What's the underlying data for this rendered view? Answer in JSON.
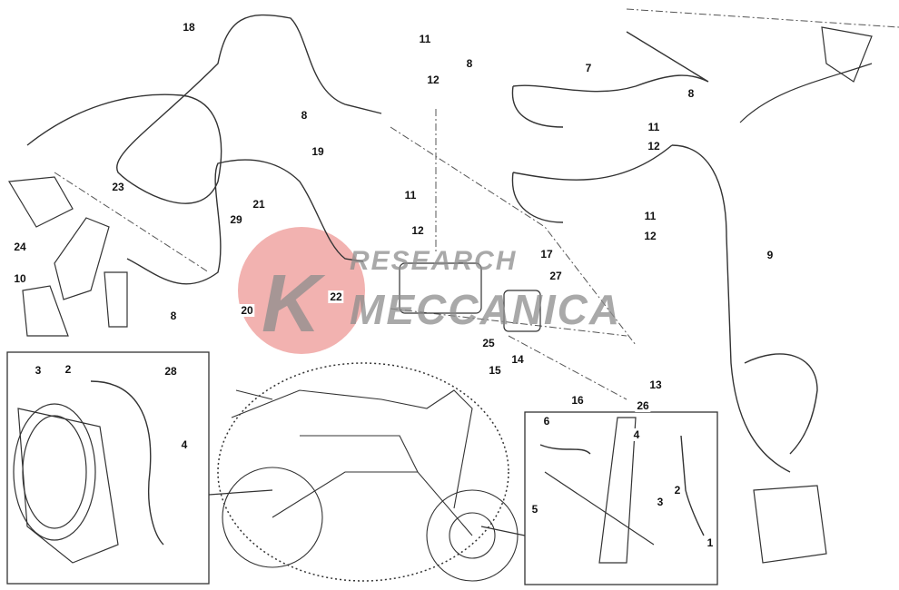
{
  "diagram": {
    "title": "Brake system ABS exploded view",
    "watermark": {
      "line1": "RESEARCH",
      "line2": "MECCANICA",
      "logo_letter": "K"
    },
    "callouts": [
      "18",
      "11",
      "12",
      "8",
      "8",
      "7",
      "8",
      "11",
      "12",
      "19",
      "11",
      "12",
      "11",
      "12",
      "9",
      "23",
      "21",
      "29",
      "24",
      "10",
      "17",
      "27",
      "22",
      "20",
      "8",
      "25",
      "14",
      "15",
      "13",
      "16",
      "26",
      "3",
      "2",
      "28",
      "4",
      "6",
      "4",
      "5",
      "3",
      "2",
      "1"
    ]
  },
  "colors": {
    "line": "#333333",
    "watermark_red": "#e8736f",
    "watermark_gray": "#8c8c8c"
  }
}
